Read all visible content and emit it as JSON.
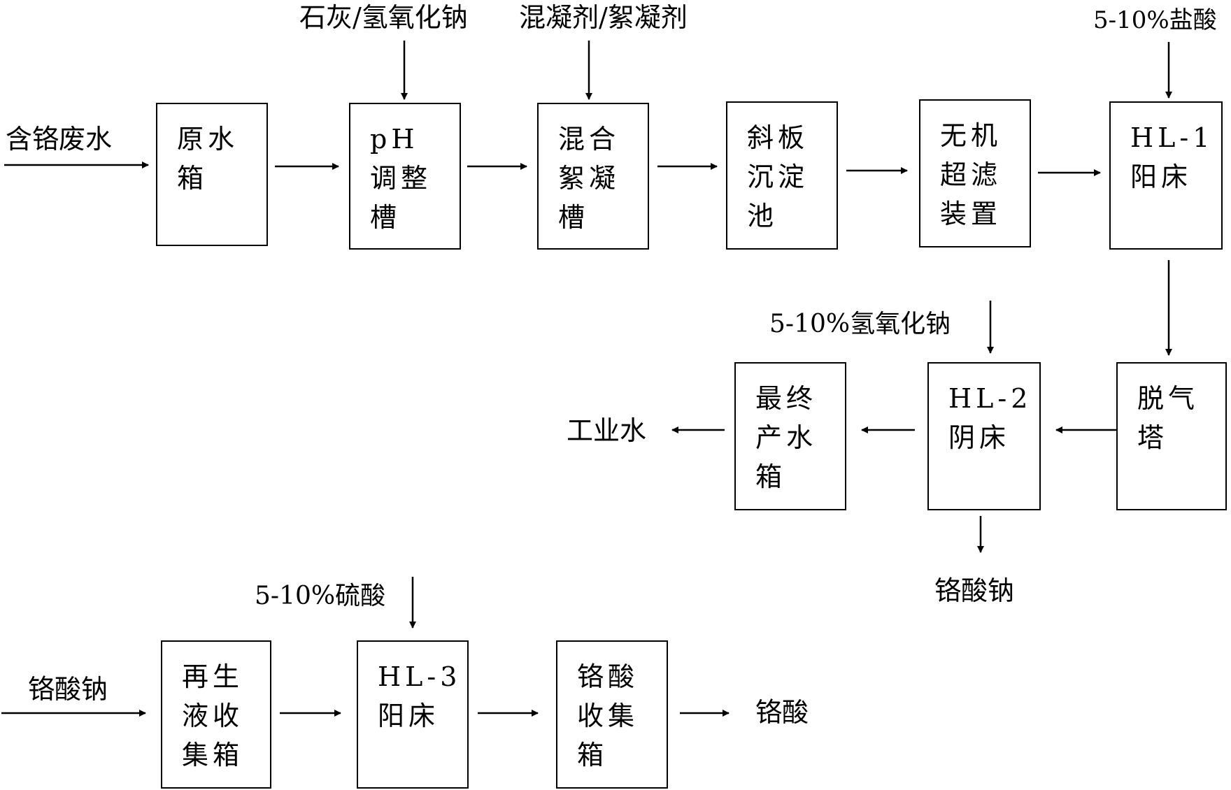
{
  "row1": {
    "input_label": "含铬废水",
    "boxes": [
      {
        "id": "raw-water-tank",
        "text": "原水\n箱"
      },
      {
        "id": "ph-adjust-tank",
        "text": "pH\n调整\n槽"
      },
      {
        "id": "mix-flocc-tank",
        "text": "混合\n絮凝\n槽"
      },
      {
        "id": "inclined-plate-settler",
        "text": "斜板\n沉淀\n池"
      },
      {
        "id": "inorganic-uf-unit",
        "text": "无机\n超滤\n装置"
      },
      {
        "id": "hl1-cation-bed",
        "text": "HL-1\n阳床"
      }
    ],
    "reagents": {
      "ph": "石灰/氢氧化钠",
      "coagulant": "混凝剂/絮凝剂",
      "hcl": "5-10%盐酸"
    }
  },
  "row2": {
    "boxes": [
      {
        "id": "final-product-tank",
        "text": "最终\n产水\n箱"
      },
      {
        "id": "hl2-anion-bed",
        "text": "HL-2\n阴床"
      },
      {
        "id": "degassing-tower",
        "text": "脱气\n塔"
      }
    ],
    "reagent_naoh": "5-10%氢氧化钠",
    "output_industrial": "工业水",
    "output_chromate": "铬酸钠"
  },
  "row3": {
    "input_label": "铬酸钠",
    "boxes": [
      {
        "id": "regen-collect-tank",
        "text": "再生\n液收\n集箱"
      },
      {
        "id": "hl3-cation-bed",
        "text": "HL-3\n阳床"
      },
      {
        "id": "chromic-acid-tank",
        "text": "铬酸\n收集\n箱"
      }
    ],
    "reagent_h2so4": "5-10%硫酸",
    "output": "铬酸"
  }
}
